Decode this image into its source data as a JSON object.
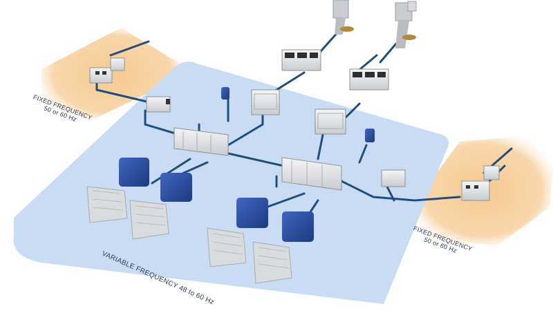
{
  "labels": {
    "fixed_left": {
      "line1": "FIXED FREQUENCY",
      "line2": "50 or 60 Hz"
    },
    "fixed_right": {
      "line1": "FIXED FREQUENCY",
      "line2": "50 or 60 Hz"
    },
    "variable": "VARIABLE FREQUENCY 48 to 60 Hz"
  },
  "colors": {
    "variable_zone": "#c9dcf3",
    "fixed_zone": "#f6c98f",
    "cable": "#1e4e79",
    "motor": "#2b4fa0",
    "cabinet": "#e6e8ea",
    "engine": "#d9dcdf"
  },
  "icons": [
    "switchboard",
    "transformer",
    "drive-cabinet",
    "motor",
    "diesel-engine",
    "azimuth-thruster",
    "small-motor"
  ]
}
